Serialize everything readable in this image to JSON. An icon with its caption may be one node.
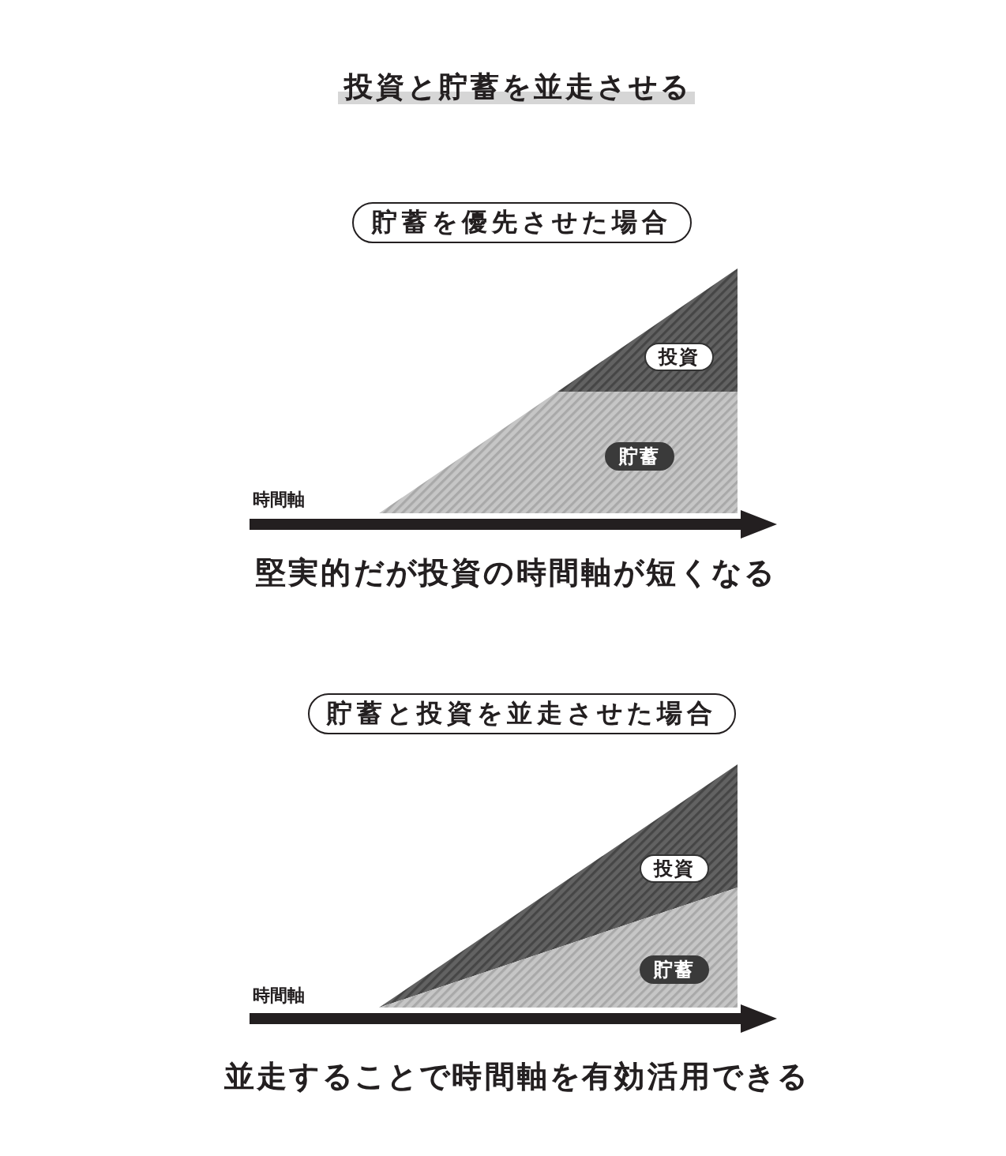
{
  "diagram": {
    "title": "投資と貯蓄を並走させる",
    "nodes": [
      {
        "text": [
          "貯蓄を優先させた場合"
        ]
      },
      {
        "text": [
          "投資"
        ]
      },
      {
        "text": [
          "貯蓄"
        ]
      },
      {
        "text": [
          "貯蓄と投資を並走させた場合"
        ]
      },
      {
        "text": [
          "投資"
        ]
      },
      {
        "text": [
          "貯蓄"
        ]
      }
    ],
    "labels": [
      "時間軸",
      "堅実的だが投資の時間軸が短くなる",
      "時間軸",
      "並走することで時間軸を有効活用できる"
    ]
  }
}
